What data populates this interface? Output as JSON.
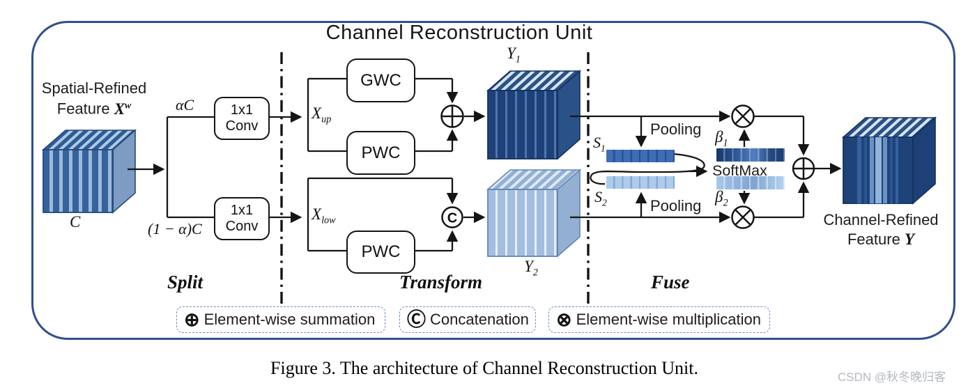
{
  "title": "Channel Reconstruction Unit",
  "caption": "Figure 3. The architecture of Channel Reconstruction Unit.",
  "watermark": "CSDN @秋冬晚归客",
  "sections": {
    "split": "Split",
    "transform": "Transform",
    "fuse": "Fuse"
  },
  "input_feature": {
    "name_line1": "Spatial-Refined",
    "name_line2": "Feature",
    "var_base": "X",
    "var_sup": "w",
    "channel_label": "C"
  },
  "split": {
    "upper_channels": "αC",
    "lower_channels": "(1 − α)C",
    "conv_upper": {
      "line1": "1x1",
      "line2": "Conv"
    },
    "conv_lower": {
      "line1": "1x1",
      "line2": "Conv"
    }
  },
  "transform": {
    "x_up": {
      "base": "X",
      "sub": "up"
    },
    "x_low": {
      "base": "X",
      "sub": "low"
    },
    "gwc_label": "GWC",
    "pwc_upper_label": "PWC",
    "pwc_lower_label": "PWC",
    "y1": {
      "base": "Y",
      "sub": "1"
    },
    "y2": {
      "base": "Y",
      "sub": "2"
    }
  },
  "fuse": {
    "pooling_upper": "Pooling",
    "pooling_lower": "Pooling",
    "s1": {
      "base": "S",
      "sub": "1"
    },
    "s2": {
      "base": "S",
      "sub": "2"
    },
    "softmax": "SoftMax",
    "beta1": {
      "base": "β",
      "sub": "1"
    },
    "beta2": {
      "base": "β",
      "sub": "2"
    }
  },
  "output_feature": {
    "name_line1": "Channel-Refined",
    "name_line2": "Feature",
    "var_base": "Y"
  },
  "operators": {
    "concat_letter": "C",
    "sum_symbol": "⊕",
    "mult_symbol": "⊗"
  },
  "legend": [
    {
      "symbol": "⊕",
      "label": "Element-wise summation"
    },
    {
      "symbol": "Ⓒ",
      "label": "Concatenation"
    },
    {
      "symbol": "⊗",
      "label": "Element-wise multiplication"
    }
  ],
  "colors": {
    "frame_border": "#2F4F8F",
    "dark_feature": "#1D4178",
    "mid_feature": "#35639C",
    "light_feature": "#A3BEDE",
    "s1_bar": "#3E6DB4",
    "s2_bar": "#AECBEA",
    "legend_border": "#6F8CC4",
    "line": "#151515",
    "watermark_text": "#B3B8BF"
  }
}
